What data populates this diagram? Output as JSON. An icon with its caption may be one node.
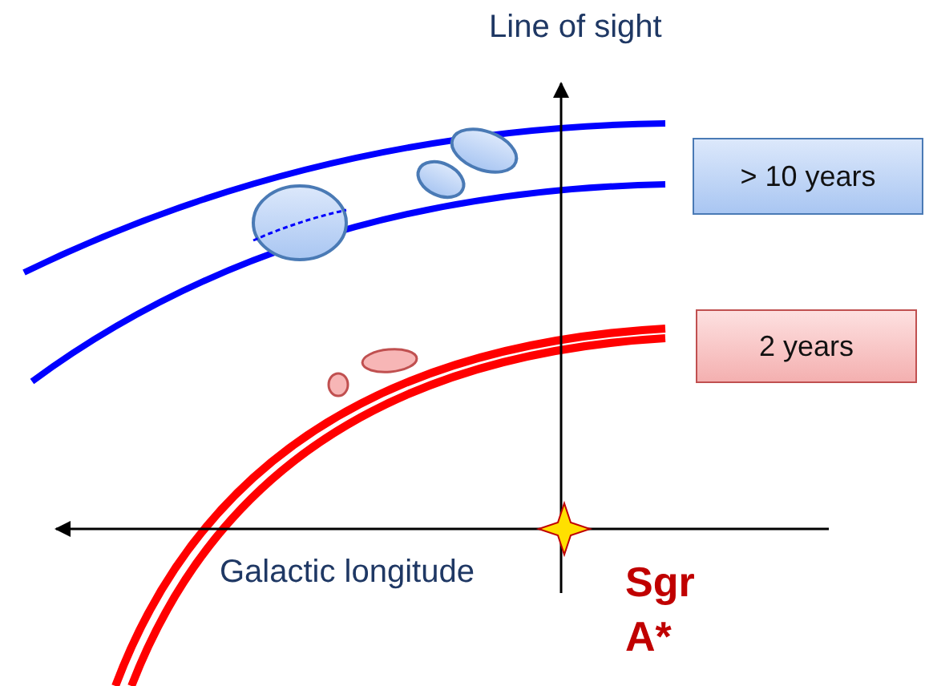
{
  "diagram": {
    "nodes": [
      {
        "text": [
          "> 10 years"
        ]
      },
      {
        "text": [
          "2 years"
        ]
      }
    ],
    "labels": [
      "Line of sight",
      "Galactic longitude",
      "Sgr A*"
    ]
  }
}
